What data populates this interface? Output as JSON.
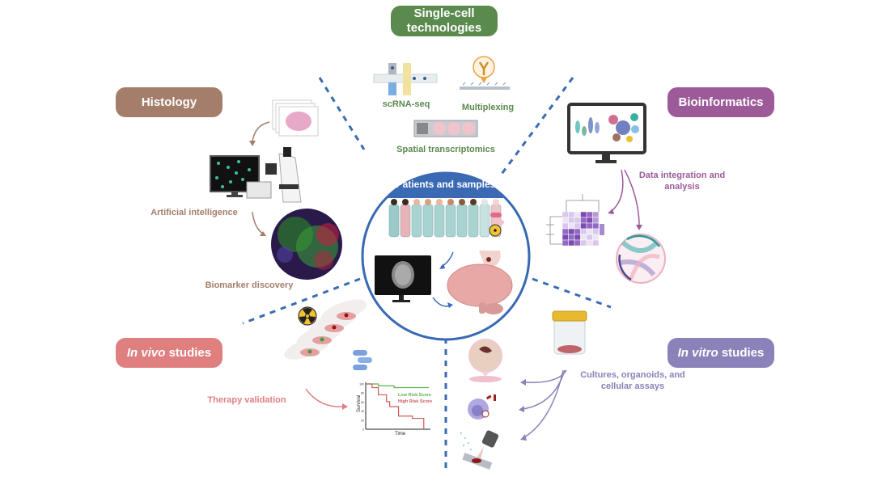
{
  "center": {
    "title": "Patients and samples",
    "icons": [
      "patients-group-icon",
      "pills-icon",
      "radiation-icon",
      "mri-monitor-icon",
      "tissue-sample-icon",
      "brain-icon"
    ]
  },
  "sections": {
    "single_cell": {
      "title_line1": "Single-cell",
      "title_line2": "technologies",
      "color": "#5b8a4e",
      "labels": {
        "scrna": "scRNA-seq",
        "multiplex": "Multiplexing",
        "spatial": "Spatial transcriptomics"
      }
    },
    "histology": {
      "title": "Histology",
      "color": "#a47e6a",
      "labels": {
        "ai": "Artificial intelligence",
        "biomarker": "Biomarker discovery"
      }
    },
    "bioinformatics": {
      "title": "Bioinformatics",
      "color": "#9c5a98",
      "labels": {
        "data_line1": "Data integration and",
        "data_line2": "analysis"
      }
    },
    "in_vivo": {
      "title_em": "In vivo",
      "title_rest": " studies",
      "color": "#e07f7f",
      "labels": {
        "therapy": "Therapy validation"
      }
    },
    "in_vitro": {
      "title_em": "In vitro",
      "title_rest": " studies",
      "color": "#8a82b8",
      "labels": {
        "cultures_line1": "Cultures, organoids, and",
        "cultures_line2": "cellular assays"
      }
    }
  },
  "colors": {
    "divider": "#3a6ab4",
    "center_band": "#3a6ab4"
  },
  "survival_chart": {
    "type": "line",
    "xlabel": "Time",
    "ylabel": "Survival",
    "y_ticks": [
      "0",
      "20",
      "40",
      "60",
      "80",
      "100"
    ],
    "ylim": [
      0,
      100
    ],
    "legend": [
      {
        "name": "Low Risk Score",
        "color": "#5fb04f"
      },
      {
        "name": "High Risk Score",
        "color": "#d05a5a"
      }
    ]
  },
  "chart_data": {
    "type": "line",
    "title": "",
    "xlabel": "Time",
    "ylabel": "Survival",
    "ylim": [
      0,
      100
    ],
    "y_ticks": [
      0,
      20,
      40,
      60,
      80,
      100
    ],
    "series": [
      {
        "name": "Low Risk Score",
        "x": [
          0,
          0.2,
          0.2,
          0.45,
          0.45,
          1.0
        ],
        "y": [
          100,
          100,
          96,
          96,
          92,
          92
        ]
      },
      {
        "name": "High Risk Score",
        "x": [
          0,
          0.1,
          0.1,
          0.2,
          0.2,
          0.33,
          0.33,
          0.38,
          0.38,
          0.52,
          0.52,
          0.74,
          0.74,
          0.92,
          0.92
        ],
        "y": [
          100,
          100,
          92,
          92,
          76,
          76,
          61,
          61,
          50,
          50,
          29,
          29,
          24,
          24,
          0
        ]
      }
    ]
  }
}
